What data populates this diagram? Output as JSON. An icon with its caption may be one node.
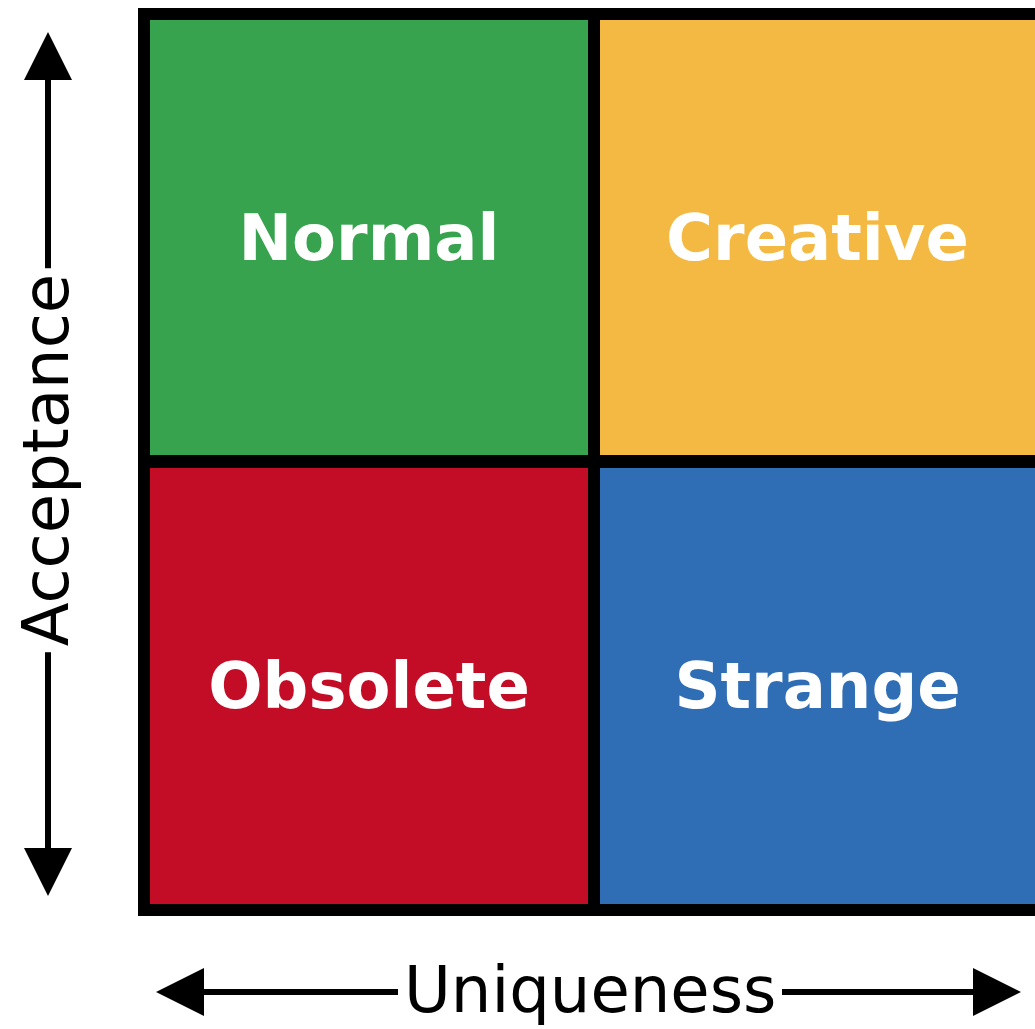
{
  "diagram": {
    "nodes": [
      {
        "text": [
          "Normal"
        ]
      },
      {
        "text": [
          "Creative"
        ]
      },
      {
        "text": [
          "Obsolete"
        ]
      },
      {
        "text": [
          "Strange"
        ]
      }
    ],
    "labels": [
      "Acceptance",
      "Uniqueness"
    ]
  }
}
